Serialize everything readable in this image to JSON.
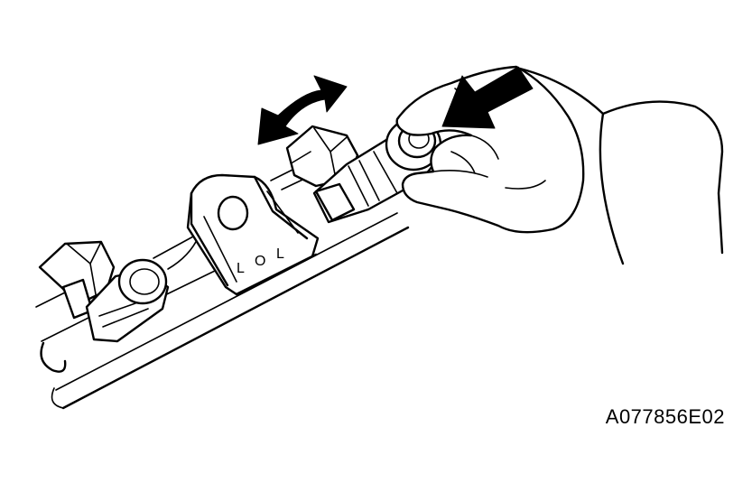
{
  "figure": {
    "reference_code": "A077856E02",
    "part_markings": [
      "L",
      "O",
      "L"
    ]
  },
  "icons": {
    "rotation_arrow": "double-headed-curved-arrow-icon",
    "push_arrow": "push-direction-arrow-icon"
  },
  "colors": {
    "ink": "#000000",
    "background": "#ffffff"
  }
}
